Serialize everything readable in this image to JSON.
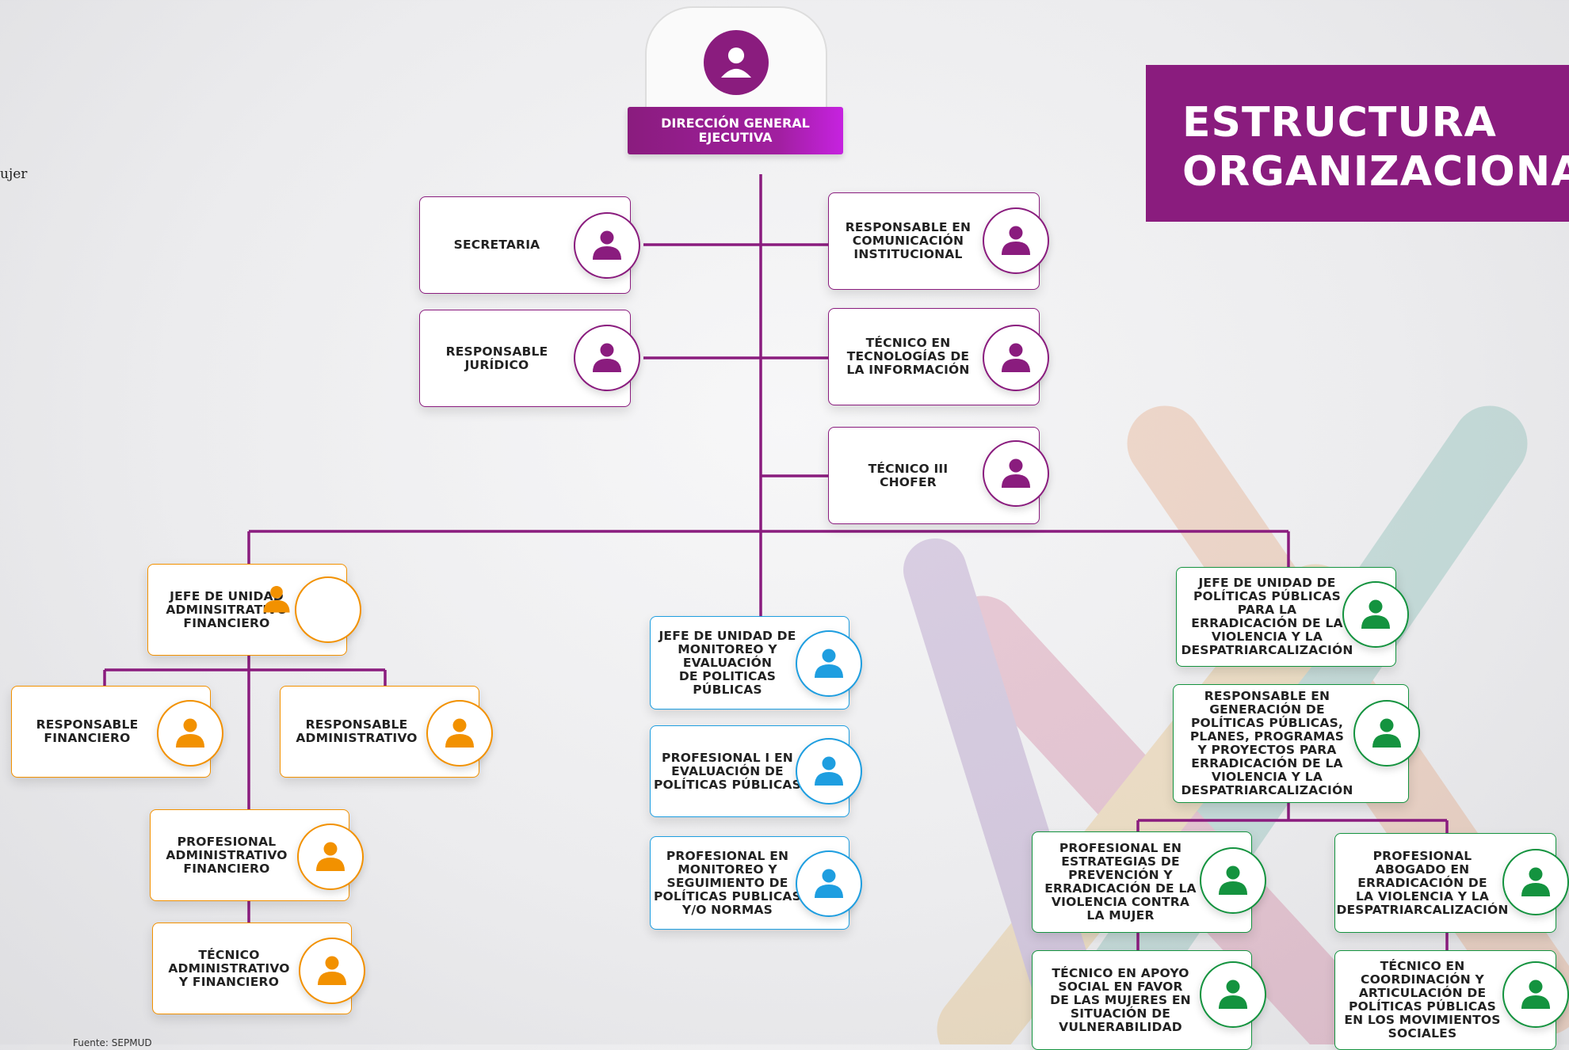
{
  "title": "ESTRUCTURA\nORGANIZACIONAL",
  "colors": {
    "purple": "#8a1c7e",
    "orange": "#f29100",
    "blue": "#1e9ee0",
    "green": "#14933f",
    "connector": "#8a1c7e"
  },
  "top": {
    "label": "DIRECCIÓN GENERAL\nEJECUTIVA",
    "icon": "person-icon"
  },
  "side_text": "ujer",
  "source_text": "Fuente: SEPMUD",
  "nodes": [
    {
      "id": "secretaria",
      "label": "SECRETARIA",
      "group": "purple"
    },
    {
      "id": "juridico",
      "label": "RESPONSABLE\nJURÍDICO",
      "group": "purple"
    },
    {
      "id": "comunicacion",
      "label": "RESPONSABLE EN\nCOMUNICACIÓN\nINSTITUCIONAL",
      "group": "purple"
    },
    {
      "id": "tecnologias",
      "label": "TÉCNICO EN\nTECNOLOGÍAS DE\nLA INFORMACIÓN",
      "group": "purple"
    },
    {
      "id": "chofer",
      "label": "TÉCNICO III\nCHOFER",
      "group": "purple"
    },
    {
      "id": "jefe-admin",
      "label": "JEFE DE UNIDAD\nADMINSITRATIVO\nFINANCIERO",
      "group": "orange"
    },
    {
      "id": "resp-financiero",
      "label": "RESPONSABLE\nFINANCIERO",
      "group": "orange"
    },
    {
      "id": "resp-administrativo",
      "label": "RESPONSABLE\nADMINISTRATIVO",
      "group": "orange"
    },
    {
      "id": "prof-admin",
      "label": "PROFESIONAL\nADMINISTRATIVO\nFINANCIERO",
      "group": "orange"
    },
    {
      "id": "tec-admin",
      "label": "TÉCNICO\nADMINISTRATIVO\nY FINANCIERO",
      "group": "orange"
    },
    {
      "id": "jefe-monitoreo",
      "label": "JEFE DE UNIDAD DE\nMONITOREO Y\nEVALUACIÓN\nDE POLITICAS\nPÚBLICAS",
      "group": "blue"
    },
    {
      "id": "prof-evaluacion",
      "label": "PROFESIONAL I EN\nEVALUACIÓN DE\nPOLÍTICAS PÚBLICAS",
      "group": "blue"
    },
    {
      "id": "prof-monitoreo",
      "label": "PROFESIONAL EN\nMONITOREO Y\nSEGUIMIENTO DE\nPOLÍTICAS PUBLICAS\nY/O NORMAS",
      "group": "blue"
    },
    {
      "id": "jefe-politicas",
      "label": "JEFE DE UNIDAD DE\nPOLÍTICAS PÚBLICAS\nPARA LA\nERRADICACIÓN DE LA\nVIOLENCIA Y LA\nDESPATRIARCALIZACIÓN",
      "group": "green"
    },
    {
      "id": "resp-generacion",
      "label": "RESPONSABLE EN\nGENERACIÓN DE\nPOLÍTICAS PÚBLICAS,\nPLANES, PROGRAMAS\nY PROYECTOS PARA\nERRADICACIÓN DE LA\nVIOLENCIA Y LA\nDESPATRIARCALIZACIÓN",
      "group": "green"
    },
    {
      "id": "prof-estrategias",
      "label": "PROFESIONAL EN\nESTRATEGIAS DE\nPREVENCIÓN Y\nERRADICACIÓN DE LA\nVIOLENCIA CONTRA\nLA MUJER",
      "group": "green"
    },
    {
      "id": "prof-abogado",
      "label": "PROFESIONAL\nABOGADO EN\nERRADICACIÓN DE\nLA VIOLENCIA Y LA\nDESPATRIARCALIZACIÓN",
      "group": "green"
    },
    {
      "id": "tec-apoyo",
      "label": "TÉCNICO EN APOYO\nSOCIAL EN FAVOR\nDE LAS MUJERES EN\nSITUACIÓN DE\nVULNERABILIDAD",
      "group": "green"
    },
    {
      "id": "tec-coordinacion",
      "label": "TÉCNICO EN\nCOORDINACIÓN Y\nARTICULACIÓN DE\nPOLÍTICAS PÚBLICAS\nEN LOS MOVIMIENTOS\nSOCIALES",
      "group": "green"
    }
  ]
}
